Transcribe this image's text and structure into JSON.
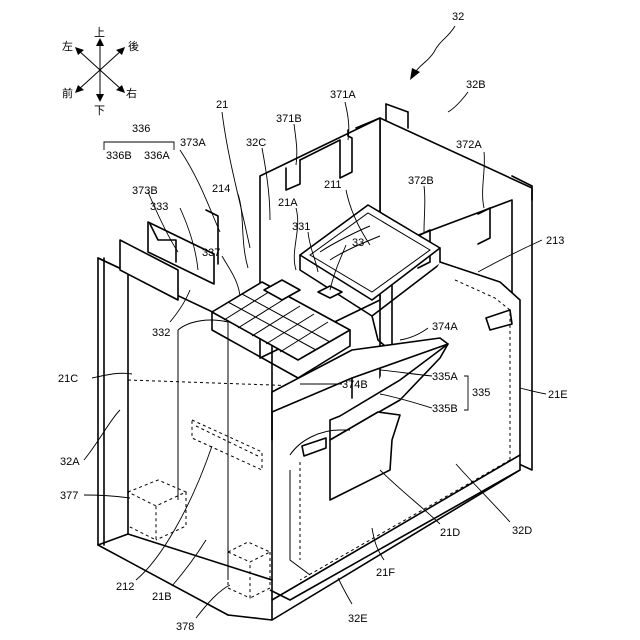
{
  "figure_number": "32",
  "compass": {
    "up": "上",
    "down": "下",
    "left": "左",
    "right": "右",
    "front": "前",
    "back": "後"
  },
  "labels": {
    "l32B": "32B",
    "l371A": "371A",
    "l371B": "371B",
    "l372A": "372A",
    "l372B": "372B",
    "l21": "21",
    "l32C": "32C",
    "l336": "336",
    "l336B": "336B",
    "l336A": "336A",
    "l373A": "373A",
    "l373B": "373B",
    "l333": "333",
    "l214": "214",
    "l211": "211",
    "l21A": "21A",
    "l331": "331",
    "l33": "33",
    "l213": "213",
    "l337": "337",
    "l332": "332",
    "l374A": "374A",
    "l21C": "21C",
    "l374B": "374B",
    "l335A": "335A",
    "l335": "335",
    "l335B": "335B",
    "l21E": "21E",
    "l32A": "32A",
    "l377": "377",
    "l21D": "21D",
    "l32D": "32D",
    "l212": "212",
    "l21F": "21F",
    "l21B": "21B",
    "l378": "378",
    "l32E": "32E"
  }
}
